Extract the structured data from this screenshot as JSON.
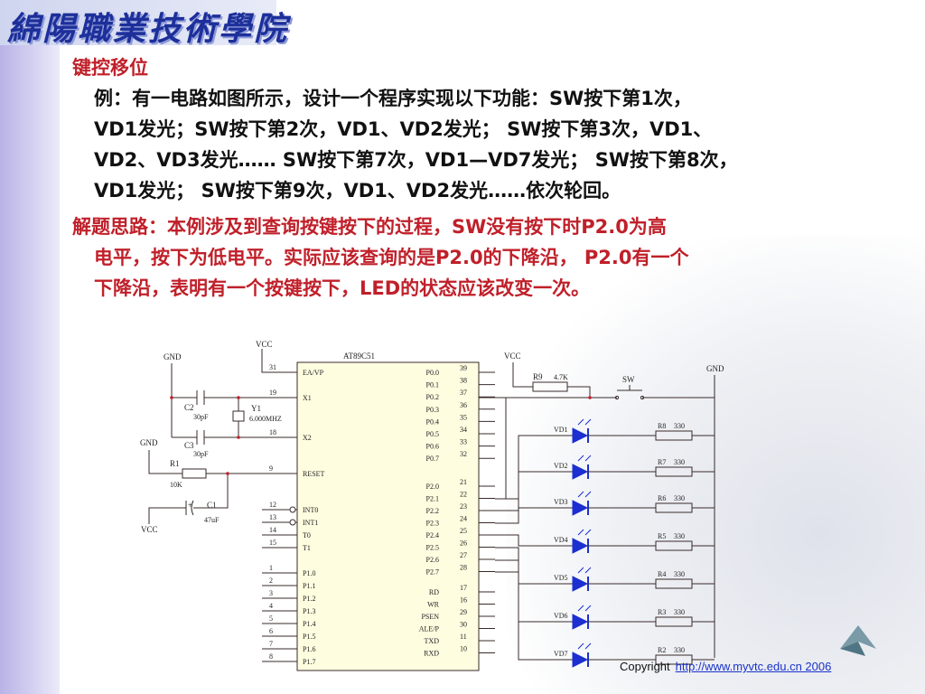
{
  "logo": {
    "text": "綿陽職業技術學院"
  },
  "title": "键控移位",
  "example": {
    "line1": "例：有一电路如图所示，设计一个程序实现以下功能：SW按下第1次，",
    "line2": "VD1发光；SW按下第2次，VD1、VD2发光； SW按下第3次，VD1、",
    "line3": "VD2、VD3发光…… SW按下第7次，VD1—VD7发光； SW按下第8次，",
    "line4": "VD1发光； SW按下第9次，VD1、VD2发光……依次轮回。"
  },
  "solution": {
    "line1": "解题思路：本例涉及到查询按键按下的过程，SW没有按下时P2.0为高",
    "line2": "电平，按下为低电平。实际应该查询的是P2.0的下降沿， P2.0有一个",
    "line3": "下降沿，表明有一个按键按下，LED的状态应该改变一次。"
  },
  "circuit": {
    "chip": "AT89C51",
    "vcc": "VCC",
    "gnd": "GND",
    "left_pins": [
      {
        "num": "31",
        "name": "EA/VP"
      },
      {
        "num": "19",
        "name": "X1"
      },
      {
        "num": "18",
        "name": "X2"
      },
      {
        "num": "9",
        "name": "RESET"
      },
      {
        "num": "12",
        "name": "INT0"
      },
      {
        "num": "13",
        "name": "INT1"
      },
      {
        "num": "14",
        "name": "T0"
      },
      {
        "num": "15",
        "name": "T1"
      },
      {
        "num": "1",
        "name": "P1.0"
      },
      {
        "num": "2",
        "name": "P1.1"
      },
      {
        "num": "3",
        "name": "P1.2"
      },
      {
        "num": "4",
        "name": "P1.3"
      },
      {
        "num": "5",
        "name": "P1.4"
      },
      {
        "num": "6",
        "name": "P1.5"
      },
      {
        "num": "7",
        "name": "P1.6"
      },
      {
        "num": "8",
        "name": "P1.7"
      }
    ],
    "right_pins": [
      {
        "num": "39",
        "name": "P0.0"
      },
      {
        "num": "38",
        "name": "P0.1"
      },
      {
        "num": "37",
        "name": "P0.2"
      },
      {
        "num": "36",
        "name": "P0.3"
      },
      {
        "num": "35",
        "name": "P0.4"
      },
      {
        "num": "34",
        "name": "P0.5"
      },
      {
        "num": "33",
        "name": "P0.6"
      },
      {
        "num": "32",
        "name": "P0.7"
      },
      {
        "num": "21",
        "name": "P2.0"
      },
      {
        "num": "22",
        "name": "P2.1"
      },
      {
        "num": "23",
        "name": "P2.2"
      },
      {
        "num": "24",
        "name": "P2.3"
      },
      {
        "num": "25",
        "name": "P2.4"
      },
      {
        "num": "26",
        "name": "P2.5"
      },
      {
        "num": "27",
        "name": "P2.6"
      },
      {
        "num": "28",
        "name": "P2.7"
      },
      {
        "num": "17",
        "name": "RD"
      },
      {
        "num": "16",
        "name": "WR"
      },
      {
        "num": "29",
        "name": "PSEN"
      },
      {
        "num": "30",
        "name": "ALE/P"
      },
      {
        "num": "11",
        "name": "TXD"
      },
      {
        "num": "10",
        "name": "RXD"
      }
    ],
    "c2": "C2",
    "c2_val": "30pF",
    "c3": "C3",
    "c3_val": "30pF",
    "y1": "Y1",
    "y1_val": "6.000MHZ",
    "r1": "R1",
    "r1_val": "10K",
    "c1": "C1",
    "c1_val": "47uF",
    "r9": "R9",
    "r9_val": "4.7K",
    "sw": "SW",
    "plus": "+",
    "leds": [
      {
        "vd": "VD1",
        "r": "R8",
        "val": "330"
      },
      {
        "vd": "VD2",
        "r": "R7",
        "val": "330"
      },
      {
        "vd": "VD3",
        "r": "R6",
        "val": "330"
      },
      {
        "vd": "VD4",
        "r": "R5",
        "val": "330"
      },
      {
        "vd": "VD5",
        "r": "R4",
        "val": "330"
      },
      {
        "vd": "VD6",
        "r": "R3",
        "val": "330"
      },
      {
        "vd": "VD7",
        "r": "R2",
        "val": "330"
      }
    ]
  },
  "copyright": {
    "text": "Copyright",
    "link": "http://www.myvtc.edu.cn 2006"
  },
  "colors": {
    "title_red": "#c0202a",
    "circuit_line": "#3a2a2a",
    "chip_fill": "#fffde0",
    "led_blue": "#1c2fd0"
  }
}
